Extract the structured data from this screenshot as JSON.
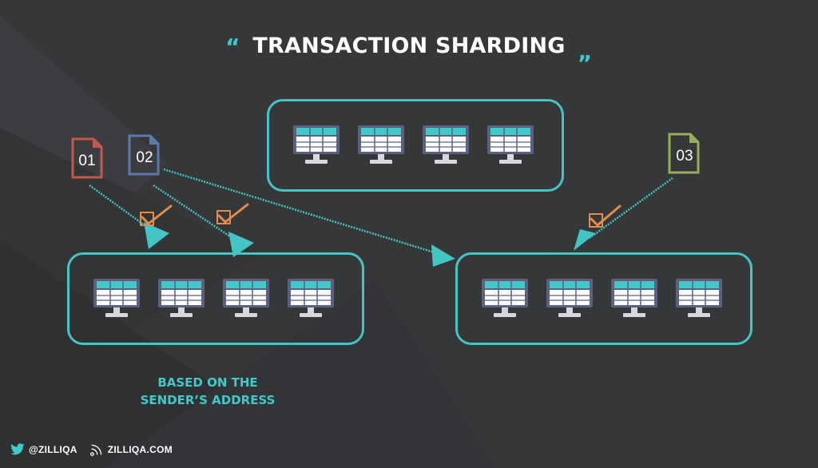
{
  "title": {
    "open_quote": "“",
    "text": "TRANSACTION SHARDING",
    "close_quote": "„"
  },
  "transactions": [
    {
      "label": "01",
      "color": "#c4574e"
    },
    {
      "label": "02",
      "color": "#5a7aaa"
    },
    {
      "label": "03",
      "color": "#9aac5b"
    }
  ],
  "shard_color": "#43c5c5",
  "check_color": "#e28d4f",
  "caption": {
    "line1": "BASED ON THE",
    "line2": "SENDER’S ADDRESS"
  },
  "footer": {
    "twitter_handle": "@ZILLIQA",
    "website": "ZILLIQA.COM"
  }
}
